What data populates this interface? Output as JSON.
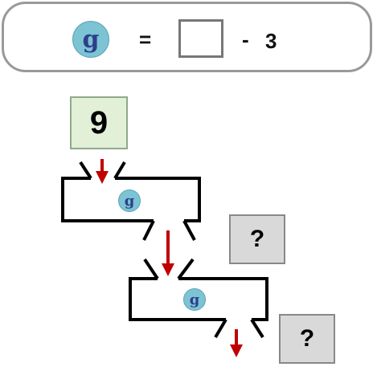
{
  "rule": {
    "variable_letter": "g",
    "equals": "=",
    "operator": "-",
    "operand": "3"
  },
  "input_value": "9",
  "outputs": [
    "?",
    "?"
  ],
  "colors": {
    "arrow": "#c00000",
    "variable_circle": "#7cc3d4",
    "input_fill": "#e2f0d8",
    "output_fill": "#d9d9d9"
  }
}
